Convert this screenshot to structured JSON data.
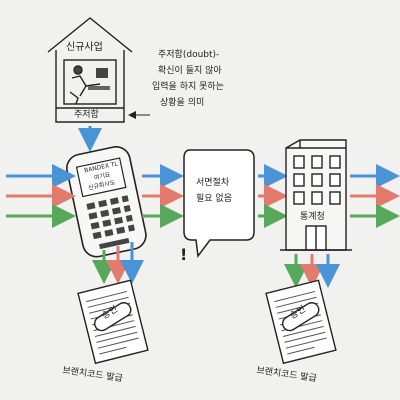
{
  "house": {
    "title": "신규사업",
    "sign": "주저함"
  },
  "annotation": {
    "lines": [
      "주저함(doubt)-",
      "확신이 들지 않아",
      "입력을 하지 못하는",
      "상황을 의미"
    ]
  },
  "phone": {
    "screen_lines": [
      "BANDEX TL",
      "여기요",
      "신규회사도"
    ]
  },
  "bubble": {
    "lines": [
      "서면절차",
      "필요 없음"
    ],
    "mark": "!"
  },
  "building": {
    "label": "통계청"
  },
  "docs": [
    {
      "stamp": "승인",
      "caption": "브랜치코드 발급"
    },
    {
      "stamp": "승인",
      "caption": "브랜치코드 발급"
    }
  ],
  "colors": {
    "blue": "#4a93d6",
    "red": "#e27a6e",
    "green": "#57a85a",
    "ink": "#222222",
    "paper": "#f1f1ef"
  }
}
